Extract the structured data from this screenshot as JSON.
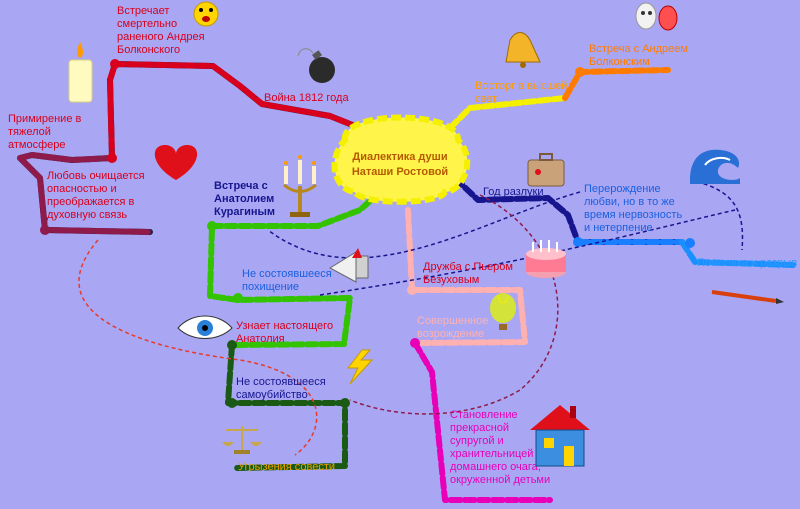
{
  "center": {
    "title_line1": "Диалектика души",
    "title_line2": "Наташи Ростовой"
  },
  "branches": {
    "war": "Война 1812 года",
    "meets_wounded": [
      "Встречает",
      "смертельно",
      "раненого Андрея",
      "Болконского"
    ],
    "reconcile": [
      "Примирение в",
      "тяжелой",
      "атмосфере"
    ],
    "love_cleanse": [
      "Любовь очищается",
      "опасностью и",
      "преображается в",
      "духовную связь"
    ],
    "ball": [
      "Восторг в высшей",
      "свет"
    ],
    "meets_andrey": [
      "Встреча с Андреем",
      "Болконским"
    ],
    "year_apart": "Год разлуки",
    "rebirth": [
      "Перерождение",
      "любви, но в то же",
      "время нервозность",
      "и нетерпение"
    ],
    "engagement": "Помолвка и разрыв",
    "meets_anatole": [
      "Встреча с",
      "Анатолием",
      "Курагиным"
    ],
    "failed_abduction": [
      "Не состоявшееся",
      "похищение"
    ],
    "learns_anatole": [
      "Узнает настоящего",
      "Анатолия"
    ],
    "failed_suicide": [
      "Не состоявшееся",
      "самоубийство"
    ],
    "remorse": "Угрызения совести",
    "friendship_pierre": [
      "Дружба с Пьером",
      "Безуховым"
    ],
    "growing_up": [
      "Совершенное",
      "возрождение"
    ],
    "becoming_wife": [
      "Становление",
      "прекрасной",
      "супругой и",
      "хранительницей",
      "домашнего очага,",
      "окруженной детьми"
    ]
  },
  "icons": [
    "candle-icon",
    "smiley-icon",
    "bomb-icon",
    "bell-icon",
    "masks-icon",
    "heart-icon",
    "candelabra-icon",
    "suitcase-icon",
    "wave-icon",
    "pencil-icon",
    "birthday-cake-icon",
    "megaphone-icon",
    "balloon-icon",
    "eye-icon",
    "lightning-icon",
    "scales-icon",
    "house-icon"
  ],
  "colors": {
    "background": "#a9a7f3",
    "center_fill": "#fff44a",
    "red_branch": "#d8001d",
    "maroon_branch": "#8e1b4a",
    "dark_branch": "#2a1a4a",
    "yellow_branch": "#f5ef00",
    "orange_branch": "#ff7b00",
    "navy_branch": "#17168f",
    "blue_branch": "#1a7fff",
    "green_branch": "#33c300",
    "dkgreen_branch": "#1b5a14",
    "pink_branch": "#ffb0b0",
    "magenta_branch": "#e800b8"
  }
}
